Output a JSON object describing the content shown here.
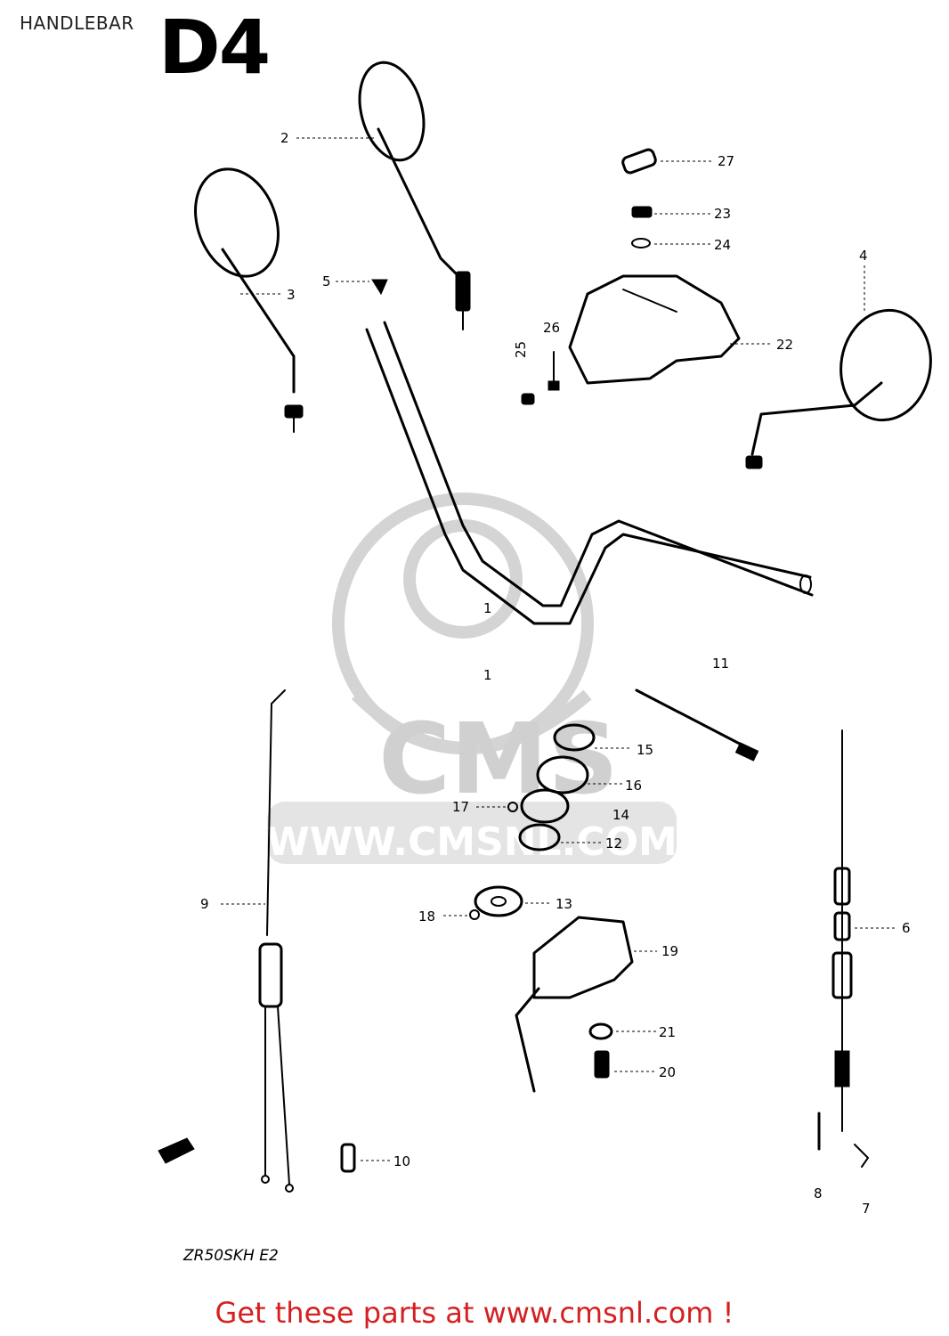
{
  "header": {
    "title": "HANDLEBAR",
    "section_code": "D4"
  },
  "watermark": {
    "brand": "CMS",
    "url": "WWW.CMSNL.COM"
  },
  "callouts": [
    "1",
    "1",
    "2",
    "3",
    "4",
    "5",
    "6",
    "7",
    "8",
    "9",
    "10",
    "11",
    "12",
    "13",
    "14",
    "15",
    "16",
    "17",
    "18",
    "19",
    "20",
    "21",
    "22",
    "23",
    "24",
    "25",
    "26",
    "27"
  ],
  "model_code": "ZR50SKH E2",
  "footer": {
    "link_text": "Get these parts at www.cmsnl.com !",
    "link_color": "#d42020"
  }
}
